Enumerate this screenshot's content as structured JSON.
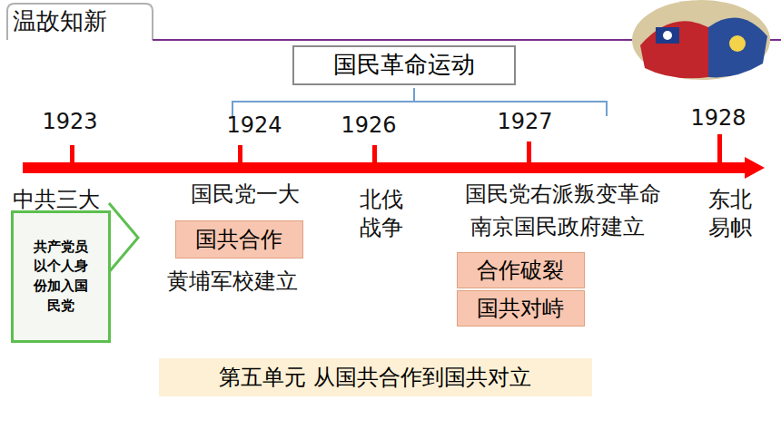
{
  "diagram": {
    "title": "温故知新",
    "nodes": [
      {
        "text": [
          "国民革命运动"
        ]
      },
      {
        "text": [
          "共产党员以个人身份加入国民党"
        ]
      },
      {
        "text": [
          "国共合作"
        ]
      },
      {
        "text": [
          "合作破裂"
        ]
      },
      {
        "text": [
          "国共对峙"
        ]
      },
      {
        "text": [
          "第五单元 从国共合作到国共对立"
        ]
      }
    ],
    "labels": [
      "1923",
      "1924",
      "1926",
      "1927",
      "1928",
      "中共三大",
      "国民党一大",
      "黄埔军校建立",
      "北伐战争",
      "国民党右派叛变革命",
      "南京国民政府建立",
      "东北易帜"
    ]
  }
}
